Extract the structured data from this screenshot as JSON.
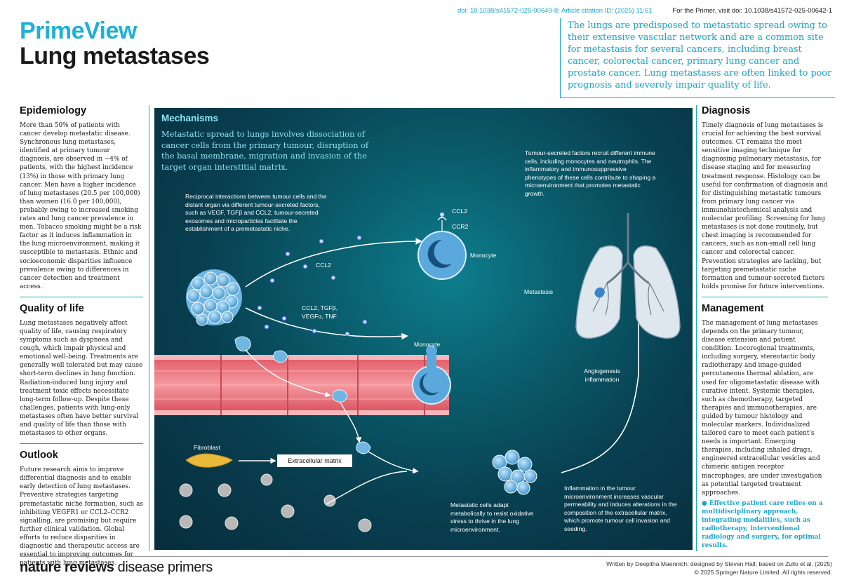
{
  "header": {
    "doi_left": "doi: 10.1038/s41572-025-00649-8; Article citation ID:   (2025) 11:61",
    "doi_right": "For the Primer, visit doi: 10.1038/s41572-025-00642-1",
    "brand": "PrimeView",
    "title": "Lung metastases",
    "intro": "The lungs are predisposed to metastatic spread owing to their extensive vascular network and are a common site for metastasis for several cancers, including breast cancer, colorectal cancer, primary lung cancer and prostate cancer. Lung metastases are often linked to poor prognosis and severely impair quality of life."
  },
  "left_column": {
    "epidemiology": {
      "title": "Epidemiology",
      "body": "More than 50% of patients with cancer develop metastatic disease. Synchronous lung metastases, identified at primary tumour diagnosis, are observed in ~4% of patients, with the highest incidence (13%) in those with primary lung cancer. Men have a higher incidence of lung metastases (20.5 per 100,000) than women (16.0 per 100,000), probably owing to increased smoking rates and lung cancer prevalence in men. Tobacco smoking might be a risk factor as it induces inflammation in the lung microenvironment, making it susceptible to metastasis. Ethnic and socioeconomic disparities influence prevalence owing to differences in cancer detection and treatment access."
    },
    "quality_of_life": {
      "title": "Quality of life",
      "body": "Lung metastases negatively affect quality of life, causing respiratory symptoms such as dyspnoea and cough, which impair physical and emotional well-being. Treatments are generally well tolerated but may cause short-term declines in lung function. Radiation-induced lung injury and treatment toxic effects necessitate long-term follow-up. Despite these challenges, patients with lung-only metastases often have better survival and quality of life than those with metastases to other organs."
    },
    "outlook": {
      "title": "Outlook",
      "body": "Future research aims to improve differential diagnosis and to enable early detection of lung metastases. Preventive strategies targeting premetastatic niche formation, such as inhibiting VEGFR1 or CCL2–CCR2 signalling, are promising but require further clinical validation. Global efforts to reduce disparities in diagnostic and therapeutic access are essential to improving outcomes for patients with lung metastases."
    }
  },
  "mechanisms": {
    "title": "Mechanisms",
    "subtitle": "Metastatic spread to lungs involves dissociation of cancer cells from the primary tumour, disruption of the basal membrane, migration and invasion of the target organ interstitial matrix.",
    "reciprocal_text": "Reciprocal interactions between tumour cells and the distant organ via different tumour-secreted factors, such as VEGF, TGFβ and CCL2, tumour-secreted exosomes and microparticles facilitate the establishment of a premetastatic niche.",
    "recruit_text": "Tumour-secreted factors recruit different immune cells, including monocytes and neutrophils. The inflammatory and immunosuppressive phenotypes of these cells contribute to shaping a microenvironment that promotes metastatic growth.",
    "ccl2_top": "CCL2",
    "ccr2": "CCR2",
    "monocyte_top": "Monocyte",
    "ccl2_mid": "CCL2",
    "factors": "CCL2, TGFβ,\nVEGFα, TNF",
    "monocyte_vessel": "Monocyte",
    "metastasis": "Metastasis",
    "angiogenesis": "Angiogenesis\ninflammation",
    "fibroblast": "Fibroblast",
    "ecm": "Extracellular matrix",
    "adapt_text": "Metastatic cells adapt metabolically to resist oxidative stress to thrive in the lung microenvironment.",
    "inflammation_text": "Inflammation in the tumour microenvironment increases vascular permeability and induces alterations in the composition of the extracellular matrix, which promote tumour cell invasion and seeding."
  },
  "right_column": {
    "diagnosis": {
      "title": "Diagnosis",
      "body": "Timely diagnosis of lung metastases is crucial for achieving the best survival outcomes. CT remains the most sensitive imaging technique for diagnosing pulmonary metastasis, for disease staging and for measuring treatment response. Histology can be useful for confirmation of diagnosis and for distinguishing metastatic tumours from primary lung cancer via immunohistochemical analysis and molecular profiling. Screening for lung metastases is not done routinely, but chest imaging is recommended for cancers, such as non-small cell lung cancer and colorectal cancer. Prevention strategies are lacking, but targeting premetastatic niche formation and tumour-secreted factors holds promise for future interventions."
    },
    "management": {
      "title": "Management",
      "body": "The management of lung metastases depends on the primary tumour, disease extension and patient condition. Locoregional treatments, including surgery, stereotactic body radiotherapy and image-guided percutaneous thermal ablation, are used for oligometastatic disease with curative intent. Systemic therapies, such as chemotherapy, targeted therapies and immunotherapies, are guided by tumour histology and molecular markers. Individualized tailored care to meet each patient's needs is important. Emerging therapies, including inhaled drugs, engineered extracellular vesicles and chimeric antigen receptor macrophages, are under investigation as potential targeted treatment approaches.",
      "callout": "● Effective patient care relies on a multidisciplinary approach, integrating modalities, such as radiotherapy, interventional radiology and surgery, for optimal results."
    }
  },
  "footer": {
    "logo_bold": "nature reviews",
    "logo_light": "disease primers",
    "credit_line1": "Written by Deepitha Maennich; designed by Steven Hall; based on Zullo et al. (2025)",
    "credit_line2": "© 2025 Springer Nature Limited. All rights reserved."
  },
  "colors": {
    "accent": "#1aa5c8",
    "panel_bg": "#083f50",
    "vessel": "#e8727a",
    "cell": "#4aa3d8"
  },
  "icons": [
    "tumour-cluster-icon",
    "monocyte-icon",
    "lung-icon",
    "fibroblast-icon",
    "blood-vessel-icon"
  ]
}
